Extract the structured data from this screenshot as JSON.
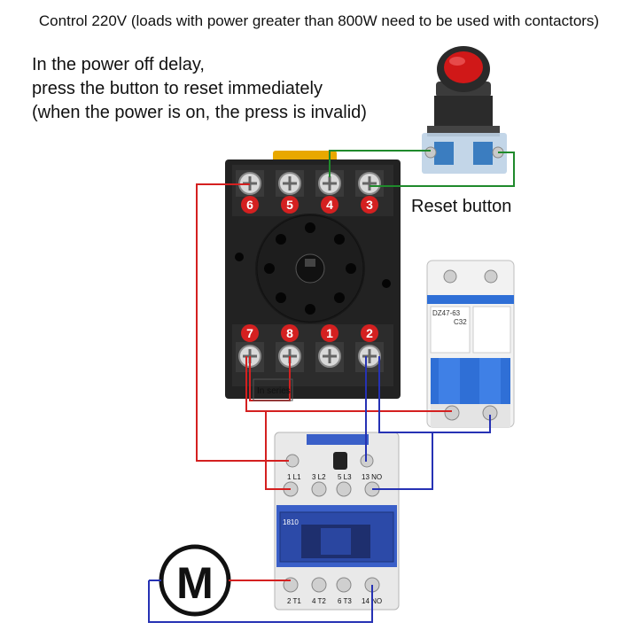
{
  "title": "Control 220V (loads with power greater than 800W need to be used with contactors)",
  "note": [
    "In the power off delay,",
    "press the button to reset immediately",
    "(when the power is on, the press is invalid)"
  ],
  "labels": {
    "reset_button": "Reset button",
    "in_series": "In series",
    "motor": "M"
  },
  "relay": {
    "top_terminals": [
      "6",
      "5",
      "4",
      "3"
    ],
    "bottom_terminals": [
      "7",
      "8",
      "1",
      "2"
    ]
  },
  "breaker": {
    "model": "DZ47-63",
    "rating": "C32"
  },
  "contactor": {
    "model": "1810",
    "top_terminals": [
      "1 L1",
      "3 L2",
      "5 L3",
      "13 NO"
    ],
    "bottom_terminals": [
      "2 T1",
      "4 T2",
      "6 T3",
      "14 NO"
    ]
  },
  "colors": {
    "wire_red": "#d42020",
    "wire_blue": "#2632b4",
    "wire_green": "#1f8a2c",
    "terminal_badge": "#d42020",
    "relay_base": "#222222",
    "contactor_blue": "#3a5fc8",
    "breaker_blue": "#2f6fd6"
  }
}
